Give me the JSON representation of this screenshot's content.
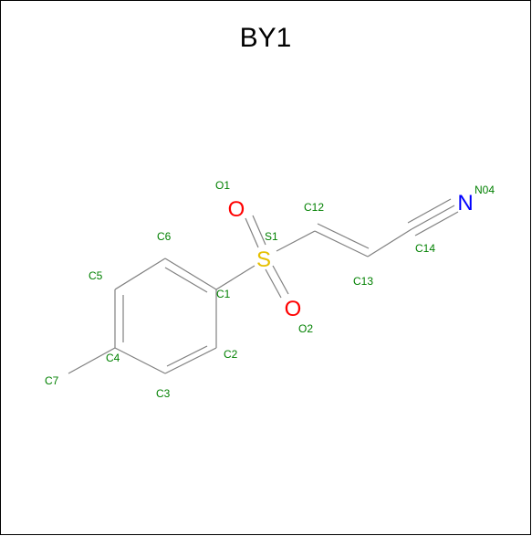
{
  "title": "BY1",
  "colors": {
    "bond": "#808080",
    "label": "#008000",
    "oxygen": "#ff0000",
    "sulfur": "#e6c000",
    "nitrogen": "#0000ff"
  },
  "atoms": [
    {
      "id": "C1",
      "label": "C1",
      "symbol": ""
    },
    {
      "id": "C2",
      "label": "C2",
      "symbol": ""
    },
    {
      "id": "C3",
      "label": "C3",
      "symbol": ""
    },
    {
      "id": "C4",
      "label": "C4",
      "symbol": ""
    },
    {
      "id": "C5",
      "label": "C5",
      "symbol": ""
    },
    {
      "id": "C6",
      "label": "C6",
      "symbol": ""
    },
    {
      "id": "C7",
      "label": "C7",
      "symbol": ""
    },
    {
      "id": "S1",
      "label": "S1",
      "symbol": "S"
    },
    {
      "id": "O1",
      "label": "O1",
      "symbol": "O"
    },
    {
      "id": "O2",
      "label": "O2",
      "symbol": "O"
    },
    {
      "id": "C12",
      "label": "C12",
      "symbol": ""
    },
    {
      "id": "C13",
      "label": "C13",
      "symbol": ""
    },
    {
      "id": "C14",
      "label": "C14",
      "symbol": ""
    },
    {
      "id": "N04",
      "label": "N04",
      "symbol": "N"
    }
  ]
}
